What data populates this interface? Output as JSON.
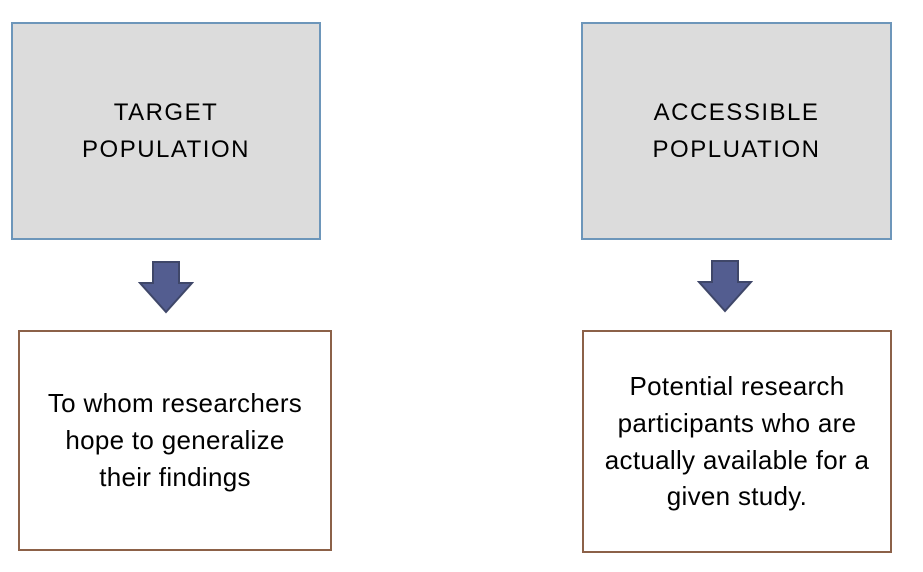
{
  "diagram": {
    "colors": {
      "top_box_fill": "#dcdcdc",
      "top_box_border": "#6d96ba",
      "bottom_box_fill": "#ffffff",
      "bottom_box_border": "#8c6148",
      "arrow_fill": "#535d90",
      "arrow_stroke": "#3f4769",
      "text": "#000000"
    },
    "columns": [
      {
        "id": "target-population",
        "top_label_lines": [
          "TARGET",
          "POPULATION"
        ],
        "arrow_icon": "down-arrow",
        "description_lines": [
          "To whom researchers",
          "hope to generalize",
          "their findings"
        ]
      },
      {
        "id": "accessible-population",
        "top_label_lines": [
          "ACCESSIBLE",
          "POPLUATION"
        ],
        "arrow_icon": "down-arrow",
        "description_lines": [
          "Potential research",
          "participants who are",
          "actually available for a",
          "given study."
        ]
      }
    ]
  }
}
